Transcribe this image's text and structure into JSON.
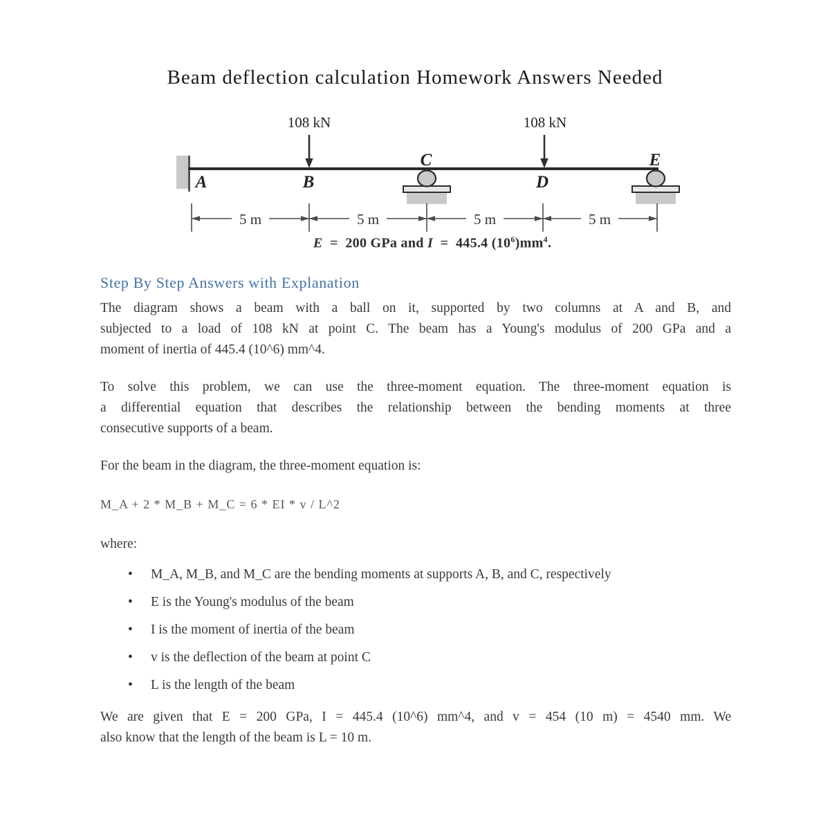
{
  "page": {
    "title": "Beam deflection calculation Homework Answers Needed"
  },
  "colors": {
    "heading_blue": "#4472a8",
    "body_text": "#3a3a3a",
    "diagram_gray_fill": "#c9c9c9",
    "diagram_stroke": "#2f2f2f"
  },
  "diagram": {
    "loads": {
      "left": "108 kN",
      "right": "108 kN"
    },
    "points": {
      "a": "A",
      "b": "B",
      "c": "C",
      "d": "D",
      "e": "E"
    },
    "dims": {
      "d1": "5 m",
      "d2": "5 m",
      "d3": "5 m",
      "d4": "5 m"
    },
    "props": {
      "e_sym": "E",
      "mid1": "  =  200 GPa and ",
      "i_sym": "I",
      "mid2": "  =  445.4 (10",
      "sup1": "6",
      "mid3": ")mm",
      "sup2": "4",
      "dot": "."
    }
  },
  "sections": {
    "heading": "Step By Step Answers with Explanation",
    "bullet_glyph": "•",
    "p1": {
      "l1": "The diagram shows a beam with a ball on it, supported by two columns at A and B, and",
      "l2": "subjected to a load of 108 kN at point C. The beam has a Young's modulus of 200 GPa and a",
      "l3": "moment of inertia of 445.4 (10^6) mm^4."
    },
    "p2": {
      "l1": "To solve this problem, we can use the three-moment equation. The three-moment equation is",
      "l2": "a differential equation that describes the relationship between the bending moments at three",
      "l3": "consecutive supports of a beam."
    },
    "p3": "For the beam in the diagram, the three-moment equation is:",
    "equation": "M_A + 2 * M_B + M_C = 6 * EI * v / L^2",
    "where_label": "where:",
    "bullets": [
      "M_A, M_B, and M_C are the bending moments at supports A, B, and C, respectively",
      "E is the Young's modulus of the beam",
      "I is the moment of inertia of the beam",
      "v is the deflection of the beam at point C",
      "L is the length of the beam"
    ],
    "closing": {
      "l1": "We are given that E = 200 GPa, I = 445.4 (10^6) mm^4, and v = 454 (10 m) = 4540 mm. We",
      "l2": "also know that the length of the beam is L = 10 m."
    }
  }
}
